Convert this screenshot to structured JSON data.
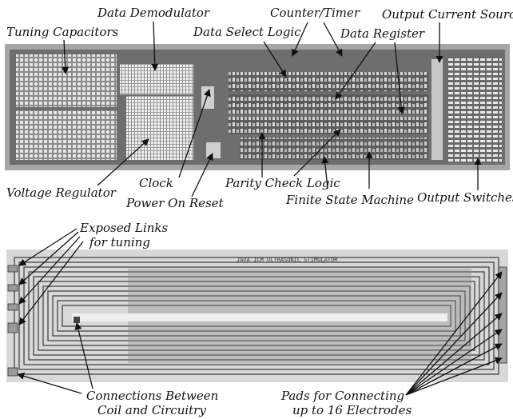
{
  "figure": {
    "top_chip_labels": {
      "tuning_capacitors": "Tuning Capacitors",
      "data_demodulator": "Data Demodulator",
      "counter_timer": "Counter/Timer",
      "output_current_source": "Output Current Source",
      "data_select_logic": "Data Select Logic",
      "data_register": "Data Register",
      "clock": "Clock",
      "voltage_regulator": "Voltage Regulator",
      "power_on_reset": "Power On Reset",
      "parity_check_logic": "Parity Check Logic",
      "finite_state_machine": "Finite State Machine",
      "output_switches": "Output Switches"
    },
    "bottom_substrate_labels": {
      "exposed_links_line1": "Exposed Links",
      "exposed_links_line2": "for tuning",
      "substrate_title": "JAVA ICM ULTRASONIC STIMULATOR",
      "connections_line1": "Connections Between",
      "connections_line2": "Coil and Circuitry",
      "pads_line1": "Pads for Connecting",
      "pads_line2": "up to 16 Electrodes"
    },
    "colors": {
      "die_background": "#6e6e6e",
      "die_frame": "#a6a6a6",
      "substrate_background": "#d8d8d8",
      "trace": "#3a3a3a",
      "label": "#111111"
    }
  }
}
